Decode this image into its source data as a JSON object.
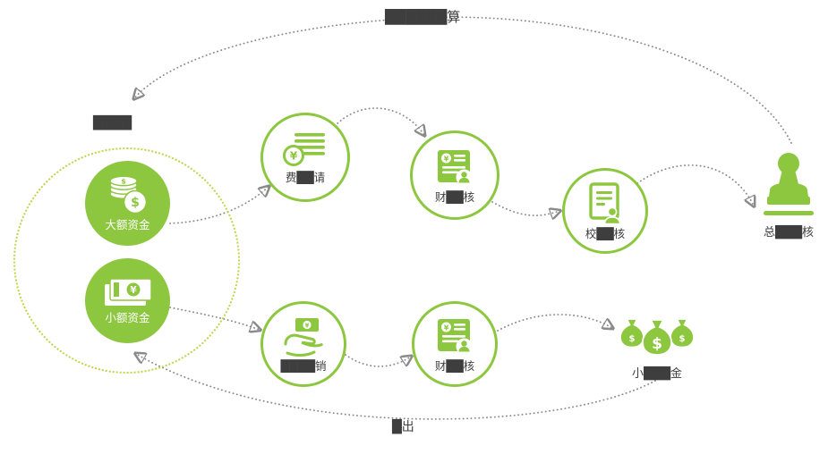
{
  "colors": {
    "green": "#8dc63f",
    "dash": "#c2d34c",
    "arrow": "#8a8a8a",
    "ink": "#3e3e3e"
  },
  "flow_labels": {
    "top_return": "██████算",
    "bottom_payout": "█出"
  },
  "pool": {
    "label": "████",
    "large_fund": {
      "label": "大额资金"
    },
    "small_fund": {
      "label": "小额资金"
    }
  },
  "nodes": {
    "expense_request": {
      "label": "费██请"
    },
    "finance_review_top": {
      "label": "财██核"
    },
    "principal_review": {
      "label": "校██核"
    },
    "gm_review": {
      "label": "总███核"
    },
    "reimburse": {
      "label": "████销"
    },
    "finance_review_bottom": {
      "label": "财██核"
    },
    "petty_cash": {
      "label": "小███金"
    }
  },
  "icons": {
    "coins": {
      "name": "coins-icon",
      "currency": "$"
    },
    "banknote": {
      "name": "banknote-icon",
      "currency": "¥"
    },
    "expense": {
      "name": "expense-list-icon",
      "currency": "¥"
    },
    "finance_doc": {
      "name": "finance-document-person-icon",
      "currency": "¥"
    },
    "principal_doc": {
      "name": "document-person-icon"
    },
    "stamp": {
      "name": "approval-stamp-icon"
    },
    "hand": {
      "name": "hand-money-icon",
      "currency": "¥"
    },
    "money_bags": {
      "name": "money-bags-icon",
      "currency": "$"
    }
  }
}
